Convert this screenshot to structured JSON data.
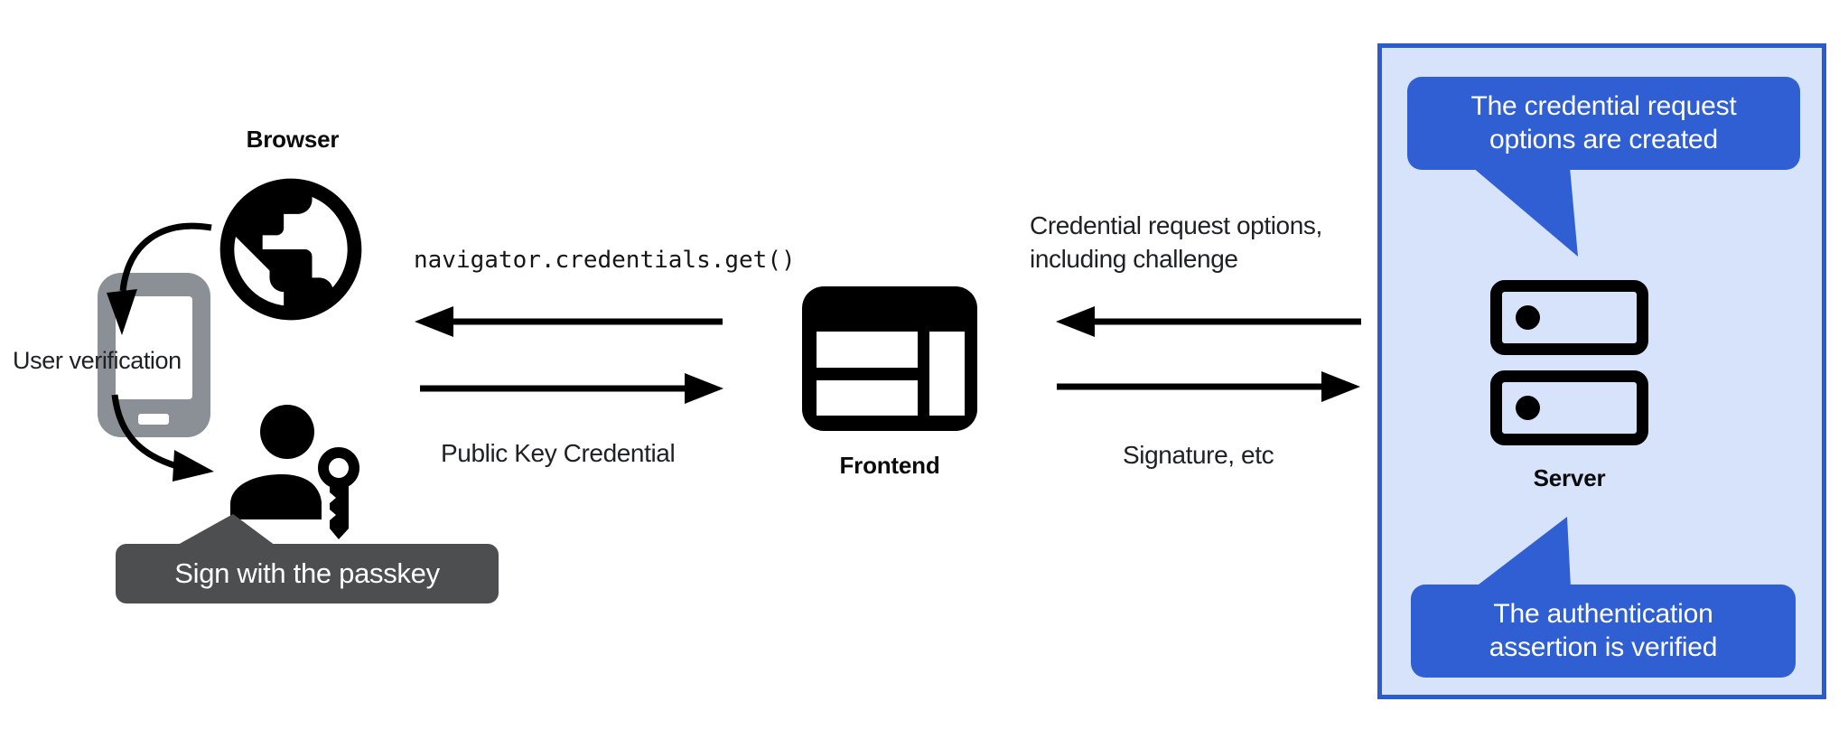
{
  "diagram": {
    "browser": {
      "label": "Browser"
    },
    "device": {
      "label": "User verification"
    },
    "passkey_prompt": {
      "label": "Sign with the passkey"
    },
    "frontend": {
      "label": "Frontend"
    },
    "server": {
      "label": "Server"
    },
    "messages": {
      "get_call": "navigator.credentials.get()",
      "public_key_credential": "Public Key Credential",
      "credential_request_line1": "Credential request options,",
      "credential_request_line2": "including challenge",
      "signature": "Signature, etc"
    },
    "server_notes": {
      "top": {
        "line1": "The credential request",
        "line2": "options are created"
      },
      "bottom": {
        "line1": "The authentication",
        "line2": "assertion is verified"
      }
    },
    "icons": {
      "browser": "globe-icon",
      "device": "smartphone-icon",
      "user": "person-icon",
      "passkey": "key-icon",
      "frontend": "browser-window-icon",
      "server": "server-stack-icon"
    },
    "colors": {
      "note_blue": "#2f5fd2",
      "panel_fill": "#d7e3fb",
      "panel_border": "#2b5cce",
      "prompt_gray": "#4d4e50",
      "phone_gray": "#8a9095",
      "ink": "#000000",
      "text": "#202124"
    }
  }
}
